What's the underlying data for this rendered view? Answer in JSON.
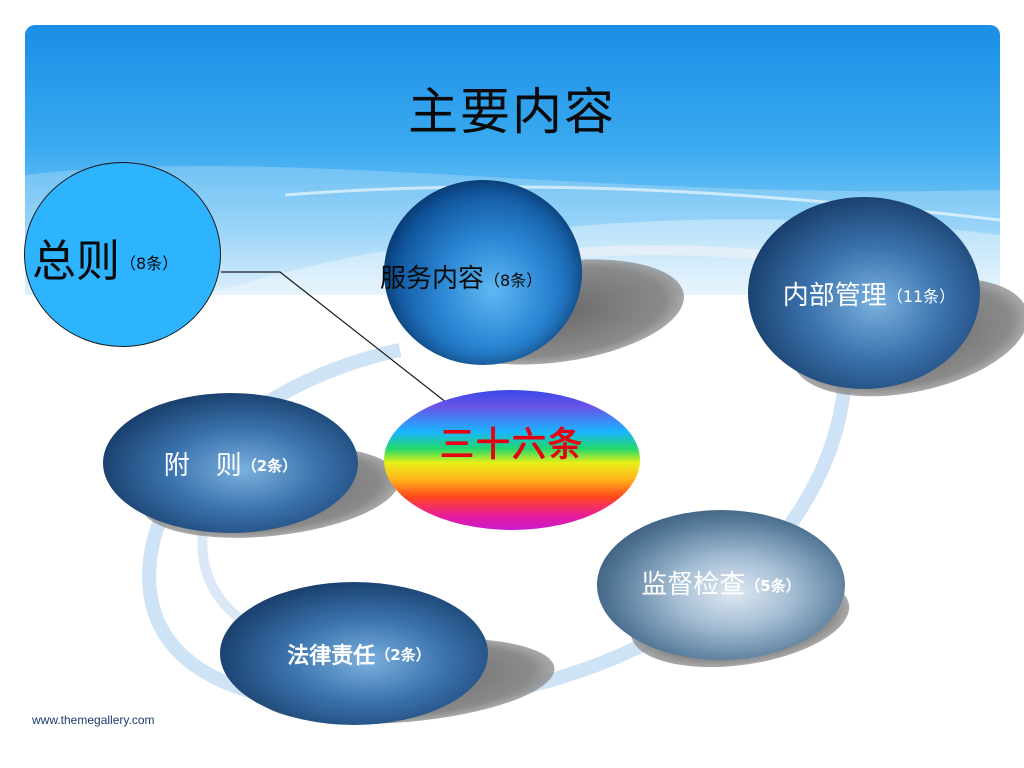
{
  "slide": {
    "title": "主要内容",
    "footer_url": "www.themegallery.com"
  },
  "nodes": {
    "general": {
      "label": "总则",
      "count": "（8条）"
    },
    "service": {
      "label": "服务内容",
      "count": "（8条）"
    },
    "internal": {
      "label": "内部管理",
      "count": "（11条）"
    },
    "appendix": {
      "label": "附　则",
      "count": "（2条）"
    },
    "center": {
      "label": "三十六条"
    },
    "supervision": {
      "label": "监督检查",
      "count": "（5条）"
    },
    "legal": {
      "label": "法律责任",
      "count": "（2条）"
    }
  },
  "colors": {
    "banner_blue": "#1b8ee6",
    "general_circle": "#2eb3ff",
    "center_text": "#e60012",
    "footer_text": "#1a3b6e"
  }
}
